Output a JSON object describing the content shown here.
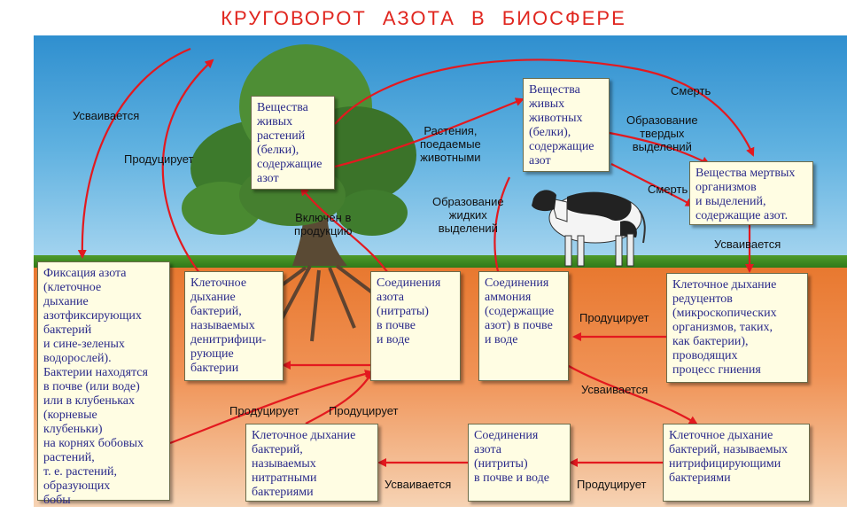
{
  "title": "КРУГОВОРОТ  АЗОТА   В  БИОСФЕРЕ",
  "nodes": {
    "fixation": "Фиксация азота\n(клеточное\nдыхание\nазотфиксирующих\nбактерий\nи сине-зеленых\nводорослей).\nБактерии находятся\nв почве (или воде)\nили в клубеньках\n(корневые\nклубеньки)\nна корнях бобовых\nрастений,\nт. е. растений,\nобразующих\nбобы",
    "plants": "Вещества\nживых\nрастений\n(белки),\nсодержащие\nазот",
    "animals": "Вещества\nживых\nживотных\n(белки),\nсодержащие\nазот",
    "dead": "Вещества мертвых\nорганизмов\nи выделений,\nсодержащие азот.",
    "denitrify": "Клеточное\nдыхание\nбактерий,\nназываемых\nденитрифици-\nрующие\nбактерии",
    "nitrates": "Соединения\nазота\n(нитраты)\nв почве\nи воде",
    "ammonium": "Соединения\nаммония\n(содержащие\nазот) в почве\nи воде",
    "decomposers": "Клеточное дыхание\nредуцентов\n(микроскопических\nорганизмов, таких,\nкак бактерии),\nпроводящих\nпроцесс гниения",
    "nitrate_bact": "Клеточное дыхание\nбактерий,\nназываемых\nнитратными\nбактериями",
    "nitrites": "Соединения\nазота\n(нитриты)\nв почве и воде",
    "nitrite_bact": "Клеточное дыхание\nбактерий, называемых\nнитрифицирующими\nбактериями"
  },
  "labels": {
    "assimilated_left": "Усваивается",
    "produces_left": "Продуцирует",
    "eaten": "Растения,\nпоедаемые\nживотными",
    "death_top": "Смерть",
    "solid_excr": "Образование\nтвердых\nвыделений",
    "death_mid": "Смерть",
    "liquid_excr": "Образование\nжидких\nвыделений",
    "included": "Включен в\nпродукцию",
    "assimilated_dead": "Усваивается",
    "produces_decomp": "Продуцирует",
    "assimilated_ammonium": "Усваивается",
    "produces_bottom1": "Продуцирует",
    "produces_bottom2": "Продуцирует",
    "assimilated_bottom": "Усваивается",
    "produces_bottom3": "Продуцирует"
  },
  "colors": {
    "arrow": "#e3191f",
    "title": "#e0261f",
    "box_bg": "#fffde3",
    "box_text": "#2a2a8a"
  }
}
